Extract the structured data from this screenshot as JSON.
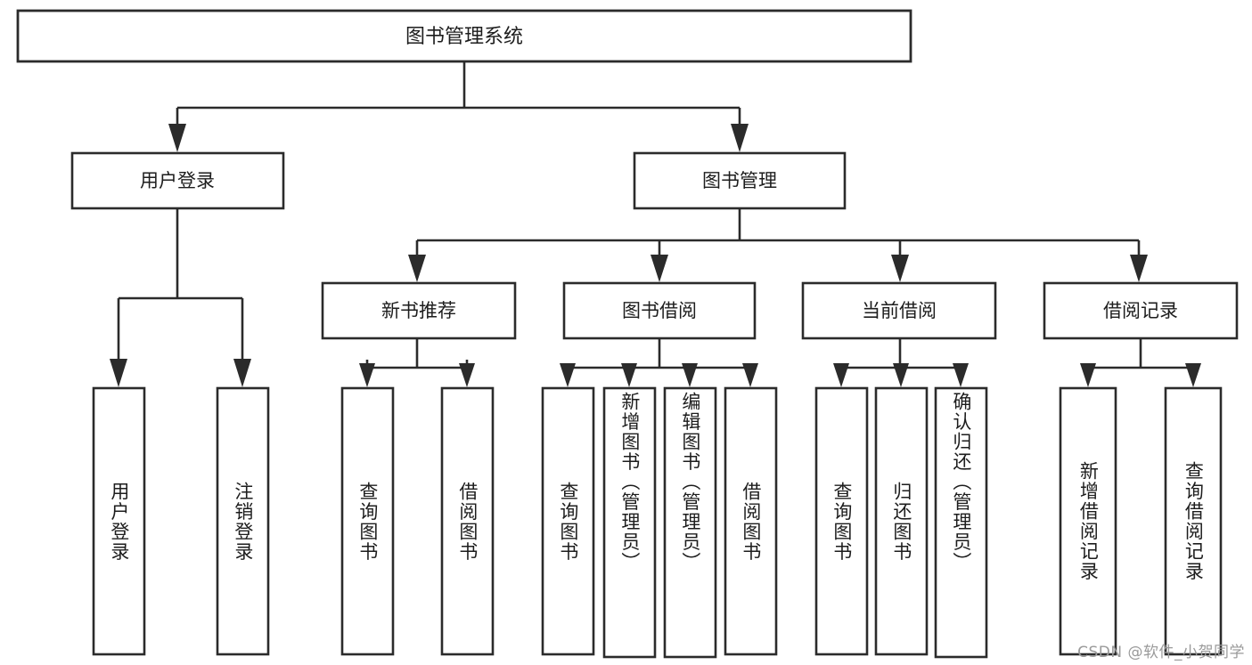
{
  "diagram": {
    "title": "图书管理系统",
    "type": "functional-structure-tree",
    "root": {
      "id": "root",
      "label": "图书管理系统",
      "orientation": "horizontal"
    },
    "level1": [
      {
        "id": "user-login",
        "label": "用户登录",
        "orientation": "horizontal"
      },
      {
        "id": "book-management",
        "label": "图书管理",
        "orientation": "horizontal"
      }
    ],
    "level2": [
      {
        "id": "new-book-recommend",
        "label": "新书推荐",
        "parent": "book-management",
        "orientation": "horizontal"
      },
      {
        "id": "book-borrow",
        "label": "图书借阅",
        "parent": "book-management",
        "orientation": "horizontal"
      },
      {
        "id": "current-borrow",
        "label": "当前借阅",
        "parent": "book-management",
        "orientation": "horizontal"
      },
      {
        "id": "borrow-record",
        "label": "借阅记录",
        "parent": "book-management",
        "orientation": "horizontal"
      }
    ],
    "leaves": [
      {
        "id": "leaf-user-login",
        "label": "用户登录",
        "parent": "user-login",
        "orientation": "vertical"
      },
      {
        "id": "leaf-logout-login",
        "label": "注销登录",
        "parent": "user-login",
        "orientation": "vertical"
      },
      {
        "id": "leaf-query-book-1",
        "label": "查询图书",
        "parent": "new-book-recommend",
        "orientation": "vertical"
      },
      {
        "id": "leaf-borrow-book-1",
        "label": "借阅图书",
        "parent": "new-book-recommend",
        "orientation": "vertical"
      },
      {
        "id": "leaf-query-book-2",
        "label": "查询图书",
        "parent": "book-borrow",
        "orientation": "vertical"
      },
      {
        "id": "leaf-add-book",
        "label": "新增图书（管理员）",
        "parent": "book-borrow",
        "orientation": "vertical"
      },
      {
        "id": "leaf-edit-book",
        "label": "编辑图书（管理员）",
        "parent": "book-borrow",
        "orientation": "vertical"
      },
      {
        "id": "leaf-borrow-book-2",
        "label": "借阅图书",
        "parent": "book-borrow",
        "orientation": "vertical"
      },
      {
        "id": "leaf-query-book-3",
        "label": "查询图书",
        "parent": "current-borrow",
        "orientation": "vertical"
      },
      {
        "id": "leaf-return-book",
        "label": "归还图书",
        "parent": "current-borrow",
        "orientation": "vertical"
      },
      {
        "id": "leaf-confirm-return",
        "label": "确认归还（管理员）",
        "parent": "current-borrow",
        "orientation": "vertical"
      },
      {
        "id": "leaf-add-record",
        "label": "新增借阅记录",
        "parent": "borrow-record",
        "orientation": "vertical"
      },
      {
        "id": "leaf-query-record",
        "label": "查询借阅记录",
        "parent": "borrow-record",
        "orientation": "vertical"
      }
    ],
    "watermark": "CSDN @软件_小贺同学",
    "colors": {
      "stroke": "#2b2b2b",
      "box_fill": "#ffffff",
      "text": "#1d1d1d",
      "background": "#ffffff",
      "watermark": "#9a9a9a"
    }
  }
}
